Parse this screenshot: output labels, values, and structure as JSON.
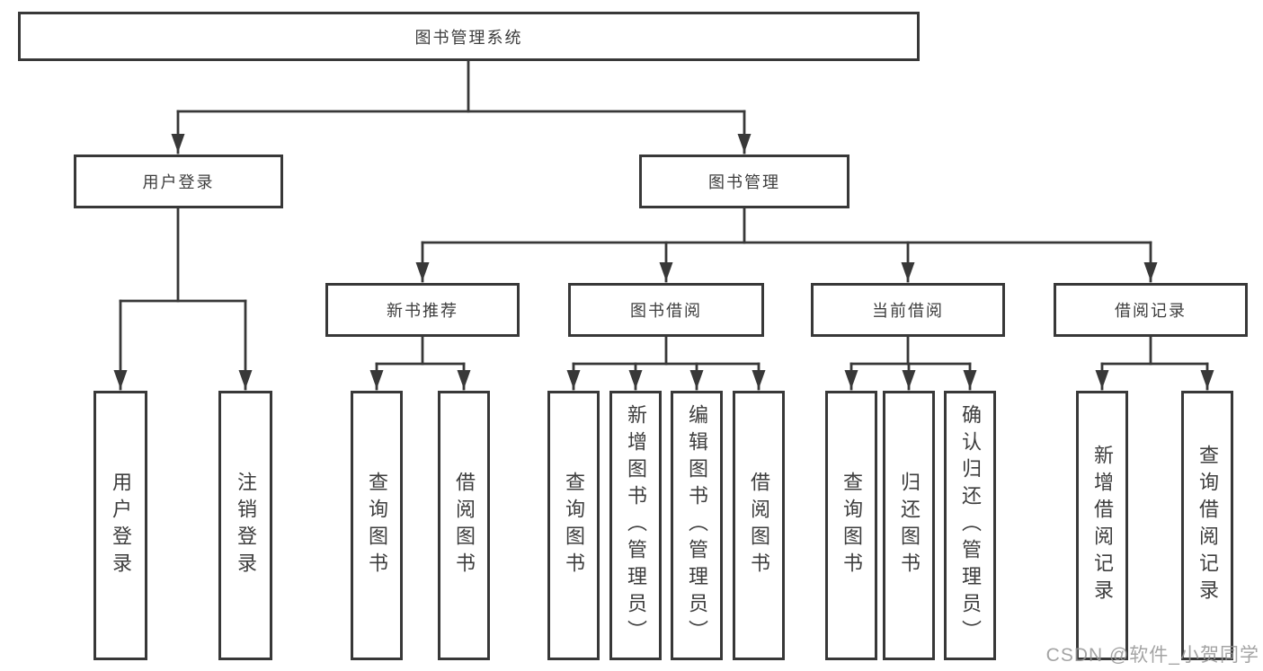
{
  "diagram": {
    "root": {
      "label": "图书管理系统"
    },
    "level1": [
      {
        "label": "用户登录"
      },
      {
        "label": "图书管理"
      }
    ],
    "level2": [
      {
        "label": "新书推荐"
      },
      {
        "label": "图书借阅"
      },
      {
        "label": "当前借阅"
      },
      {
        "label": "借阅记录"
      }
    ],
    "leaves": {
      "user_login": [
        {
          "label": "用户登录"
        },
        {
          "label": "注销登录"
        }
      ],
      "new_book": [
        {
          "label": "查询图书"
        },
        {
          "label": "借阅图书"
        }
      ],
      "book_borrow": [
        {
          "label": "查询图书"
        },
        {
          "label": "新增图书（管理员）"
        },
        {
          "label": "编辑图书（管理员）"
        },
        {
          "label": "借阅图书"
        }
      ],
      "current_borrow": [
        {
          "label": "查询图书"
        },
        {
          "label": "归还图书"
        },
        {
          "label": "确认归还（管理员）"
        }
      ],
      "borrow_record": [
        {
          "label": "新增借阅记录"
        },
        {
          "label": "查询借阅记录"
        }
      ]
    },
    "colors": {
      "line": "#3a3a3a",
      "text": "#3d3d3d",
      "box_background": "#ffffff",
      "watermark": "#949494"
    },
    "watermark": "CSDN @软件_小贺同学"
  }
}
